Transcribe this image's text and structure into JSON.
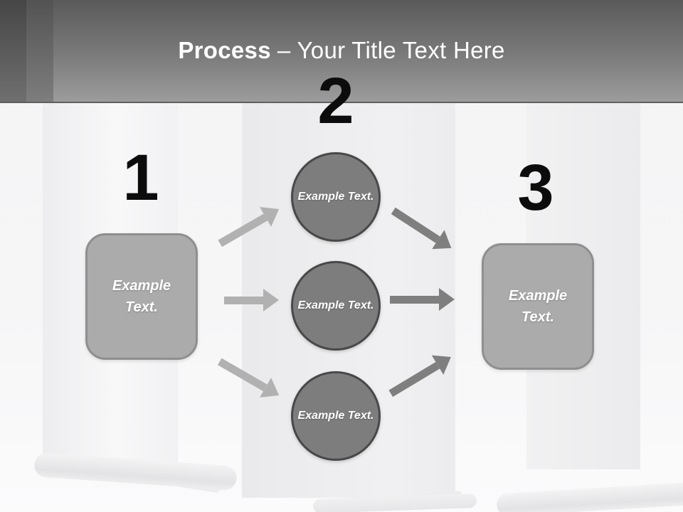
{
  "title": {
    "bold": "Process",
    "dash": "–",
    "rest": "Your Title Text Here"
  },
  "steps": {
    "one": {
      "number": "1",
      "label": "Example Text."
    },
    "two": {
      "number": "2",
      "circles": [
        "Example Text.",
        "Example Text.",
        "Example Text."
      ]
    },
    "three": {
      "number": "3",
      "label": "Example Text."
    }
  },
  "colors": {
    "header_gradient_top": "#5a5a5a",
    "header_gradient_bottom": "#9c9c9c",
    "header_stripe_dark": "#464646",
    "header_stripe_mid": "#535353",
    "title_text": "#ffffff",
    "number_text": "#0c0c0c",
    "box_fill": "#ababab",
    "box_border": "#8f8f8f",
    "circle_fill": "#7d7d7d",
    "circle_border": "#484848",
    "arrow_light": "#b1b1b1",
    "arrow_dark": "#7f7f7f",
    "slide_background": "#f5f5f6"
  }
}
